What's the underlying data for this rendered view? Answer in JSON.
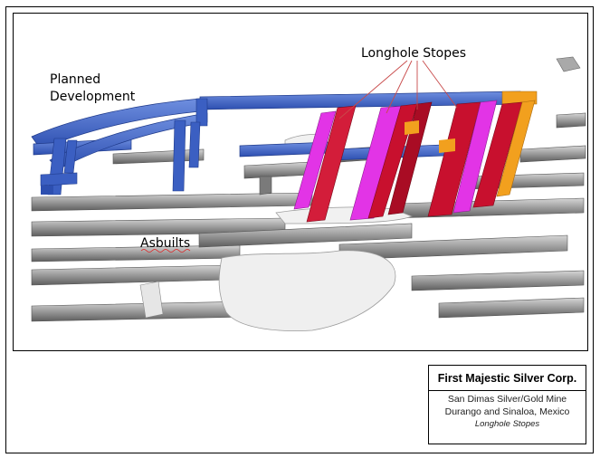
{
  "figure": {
    "labels": {
      "planned_line1": "Planned",
      "planned_line2": "Development",
      "stopes": "Longhole Stopes",
      "asbuilts": "Asbuilts"
    },
    "colors": {
      "planned": "#3a62c6",
      "stope_red": "#c8102e",
      "stope_magenta": "#e234e6",
      "stope_orange": "#f2a01e",
      "asbuilt_gray": "#8e8e8e",
      "leader": "#c84a4a"
    }
  },
  "titleblock": {
    "company": "First Majestic Silver Corp.",
    "mine": "San Dimas Silver/Gold Mine",
    "location": "Durango and Sinaloa, Mexico",
    "subject": "Longhole Stopes"
  }
}
